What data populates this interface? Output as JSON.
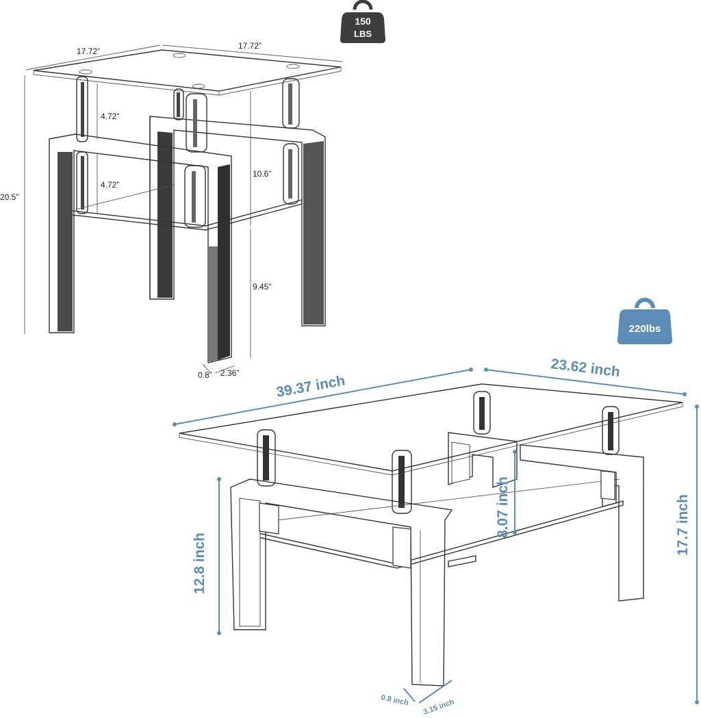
{
  "end_table": {
    "weight_badge": {
      "line1": "150",
      "line2": "LBS"
    },
    "dims": {
      "width_left": "17.72”",
      "width_right": "17.72”",
      "gap_upper": "4.72”",
      "gap_lower": "4.72”",
      "total_height": "20.5”",
      "shelf_to_top": "10.6”",
      "leg_height": "9.45”",
      "leg_thickness": "0.8”",
      "leg_width": "2.36”"
    },
    "colors": {
      "badge": "#3d3d3d",
      "lines": "#333333"
    }
  },
  "coffee_table": {
    "weight_badge": {
      "label": "220lbs"
    },
    "dims": {
      "length": "39.37 inch",
      "width": "23.62 inch",
      "height": "17.7 inch",
      "leg_height": "12.8 inch",
      "shelf_gap": "8.07 inch",
      "leg_thickness": "0.8 inch",
      "leg_width": "3.15 inch"
    },
    "colors": {
      "badge": "#5b8db8",
      "dimension_text": "#5b8db8",
      "lines": "#333333"
    }
  }
}
